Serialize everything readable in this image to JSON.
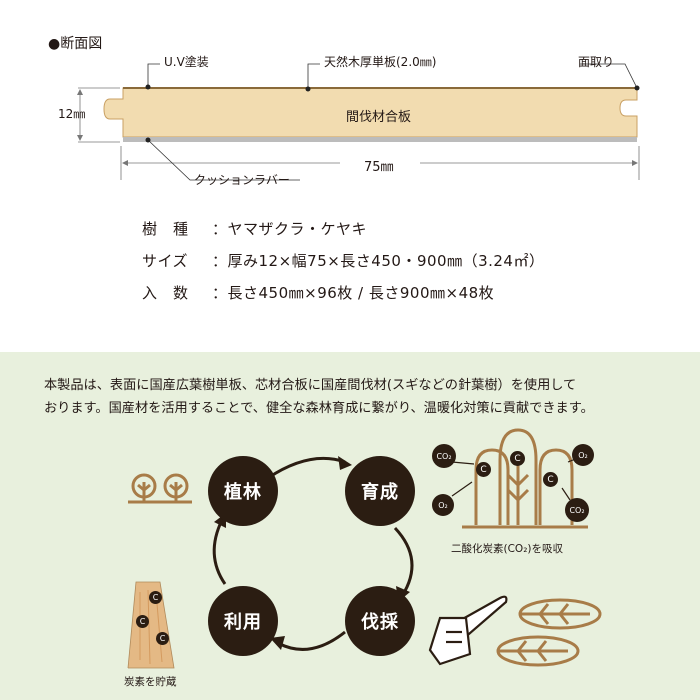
{
  "section_title": "●断面図",
  "diagram": {
    "uv_label": "U.V塗装",
    "veneer_label": "天然木厚単板(2.0㎜)",
    "chamfer_label": "面取り",
    "thickness_label": "12㎜",
    "core_label": "間伐材合板",
    "cushion_label": "クッションラバー",
    "width_label": "75㎜"
  },
  "specs": [
    {
      "key": "樹　種",
      "value": "：ヤマザクラ・ケヤキ"
    },
    {
      "key": "サイズ",
      "value": "：厚み12×幅75×長さ450・900㎜（3.24㎡）"
    },
    {
      "key": "入　数",
      "value": "：長さ450㎜×96枚 / 長さ900㎜×48枚"
    }
  ],
  "intro": {
    "line1": "本製品は、表面に国産広葉樹単板、芯材合板に国産間伐材(スギなどの針葉樹）を使用して",
    "line2": "おります。国産材を活用することで、健全な森林育成に繋がり、温暖化対策に貢献できます。"
  },
  "cycle": {
    "plant": "植林",
    "grow": "育成",
    "cut": "伐採",
    "use": "利用"
  },
  "captions": {
    "co2": "二酸化炭素(CO₂)を吸収",
    "storage": "炭素を貯蔵"
  },
  "molecules": {
    "co2": "CO₂",
    "o2": "O₂",
    "c": "C"
  },
  "colors": {
    "bg_bottom": "#e8f0dd",
    "wood": "#f2dcb0",
    "wood_dark": "#c9a063",
    "tree_brown": "#a87c48",
    "node": "#2b1d12",
    "rubber": "#bcbcbc"
  }
}
